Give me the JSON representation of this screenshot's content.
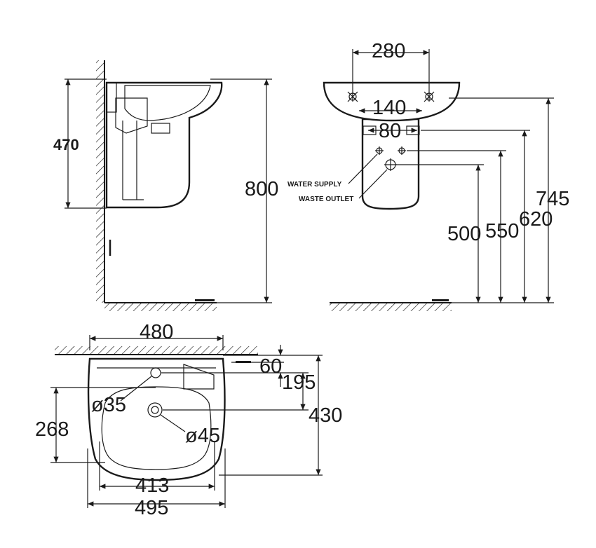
{
  "side_view": {
    "height_total": "800",
    "basin_height": "470"
  },
  "front_view": {
    "tap_spacing": "280",
    "supply_spacing": "140",
    "outlet_spacing": "80",
    "label_water_supply": "WATER SUPPLY",
    "label_waste_outlet": "WASTE OUTLET",
    "h_outlet": "500",
    "h_supply": "550",
    "h_overflow": "620",
    "h_top": "745"
  },
  "top_view": {
    "width_outer": "480",
    "tap_offset": "60",
    "tap_to_drain": "195",
    "depth_total": "430",
    "bowl_depth": "268",
    "tap_hole": "ø35",
    "drain_hole": "ø45",
    "bowl_width": "413",
    "width_total": "495"
  }
}
